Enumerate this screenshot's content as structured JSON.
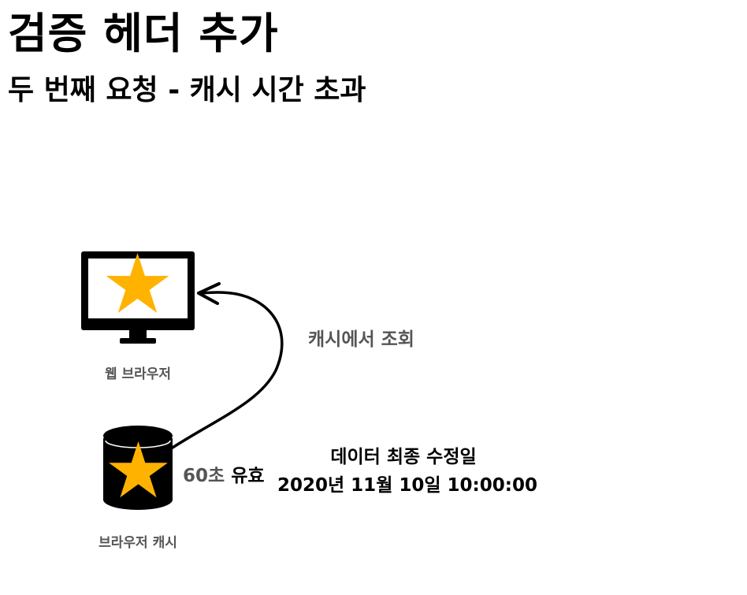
{
  "title": "검증 헤더 추가",
  "subtitle": "두 번째 요청 - 캐시 시간 초과",
  "diagram": {
    "browser": {
      "label": "웹 브라우저",
      "icon": "monitor-icon",
      "star_color": "#FFB300"
    },
    "cache": {
      "label": "브라우저 캐시",
      "icon": "database-icon",
      "star_color": "#FFB300",
      "validity_number": "60초",
      "validity_text": "유효"
    },
    "arrow": {
      "label": "캐시에서 조회",
      "icon": "curved-arrow-icon"
    },
    "last_modified": {
      "title": "데이터 최종 수정일",
      "value": "2020년 11월 10일 10:00:00"
    },
    "colors": {
      "star": "#FFB300",
      "device": "#000000",
      "muted_text": "#555555"
    }
  }
}
